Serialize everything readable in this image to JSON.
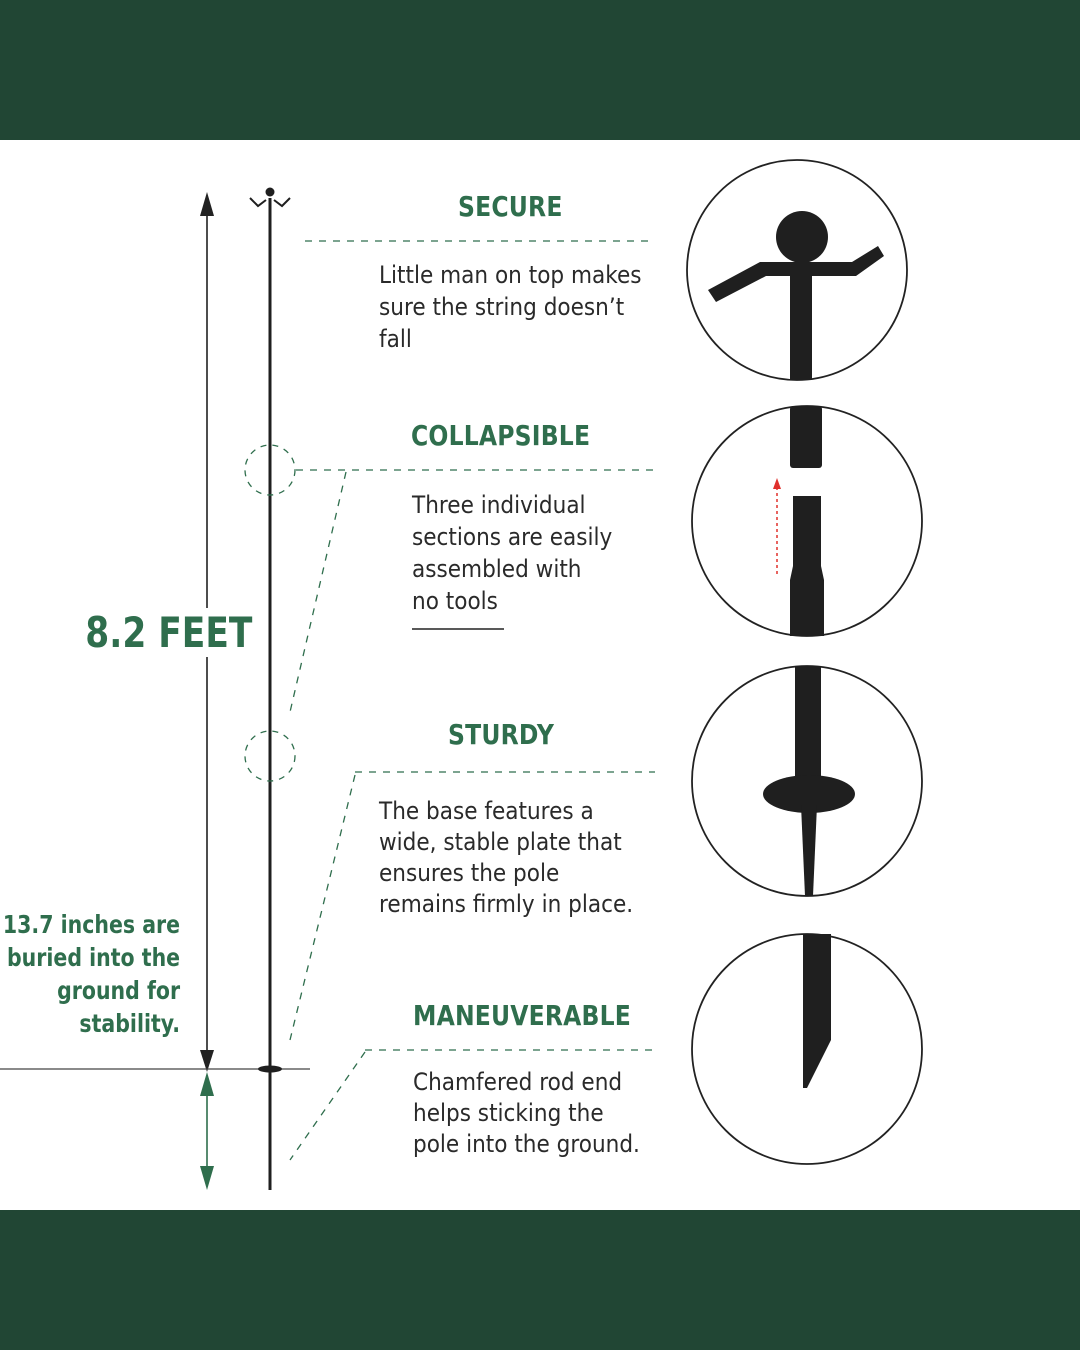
{
  "height_label": "8.2 FEET",
  "buried_label": [
    "13.7 inches are",
    "buried into the",
    "ground for",
    "stability."
  ],
  "features": [
    {
      "title": "SECURE",
      "lines": [
        "Little man on top makes",
        "sure the string doesn’t",
        "fall"
      ]
    },
    {
      "title": "COLLAPSIBLE",
      "lines": [
        "Three individual",
        "sections are easily",
        "assembled  with",
        "no tools"
      ]
    },
    {
      "title": "STURDY",
      "lines": [
        "The base features a",
        "wide, stable plate that",
        "ensures the pole",
        "remains firmly in place."
      ]
    },
    {
      "title": "MANEUVERABLE",
      "lines": [
        "Chamfered rod end",
        "helps sticking the",
        "pole into the ground."
      ]
    }
  ],
  "colors": {
    "band": "#214634",
    "accent_green": "#2f6e4d",
    "pole": "#1f1f1f",
    "arrow": "#222222",
    "red_arrow": "#e0302c"
  }
}
